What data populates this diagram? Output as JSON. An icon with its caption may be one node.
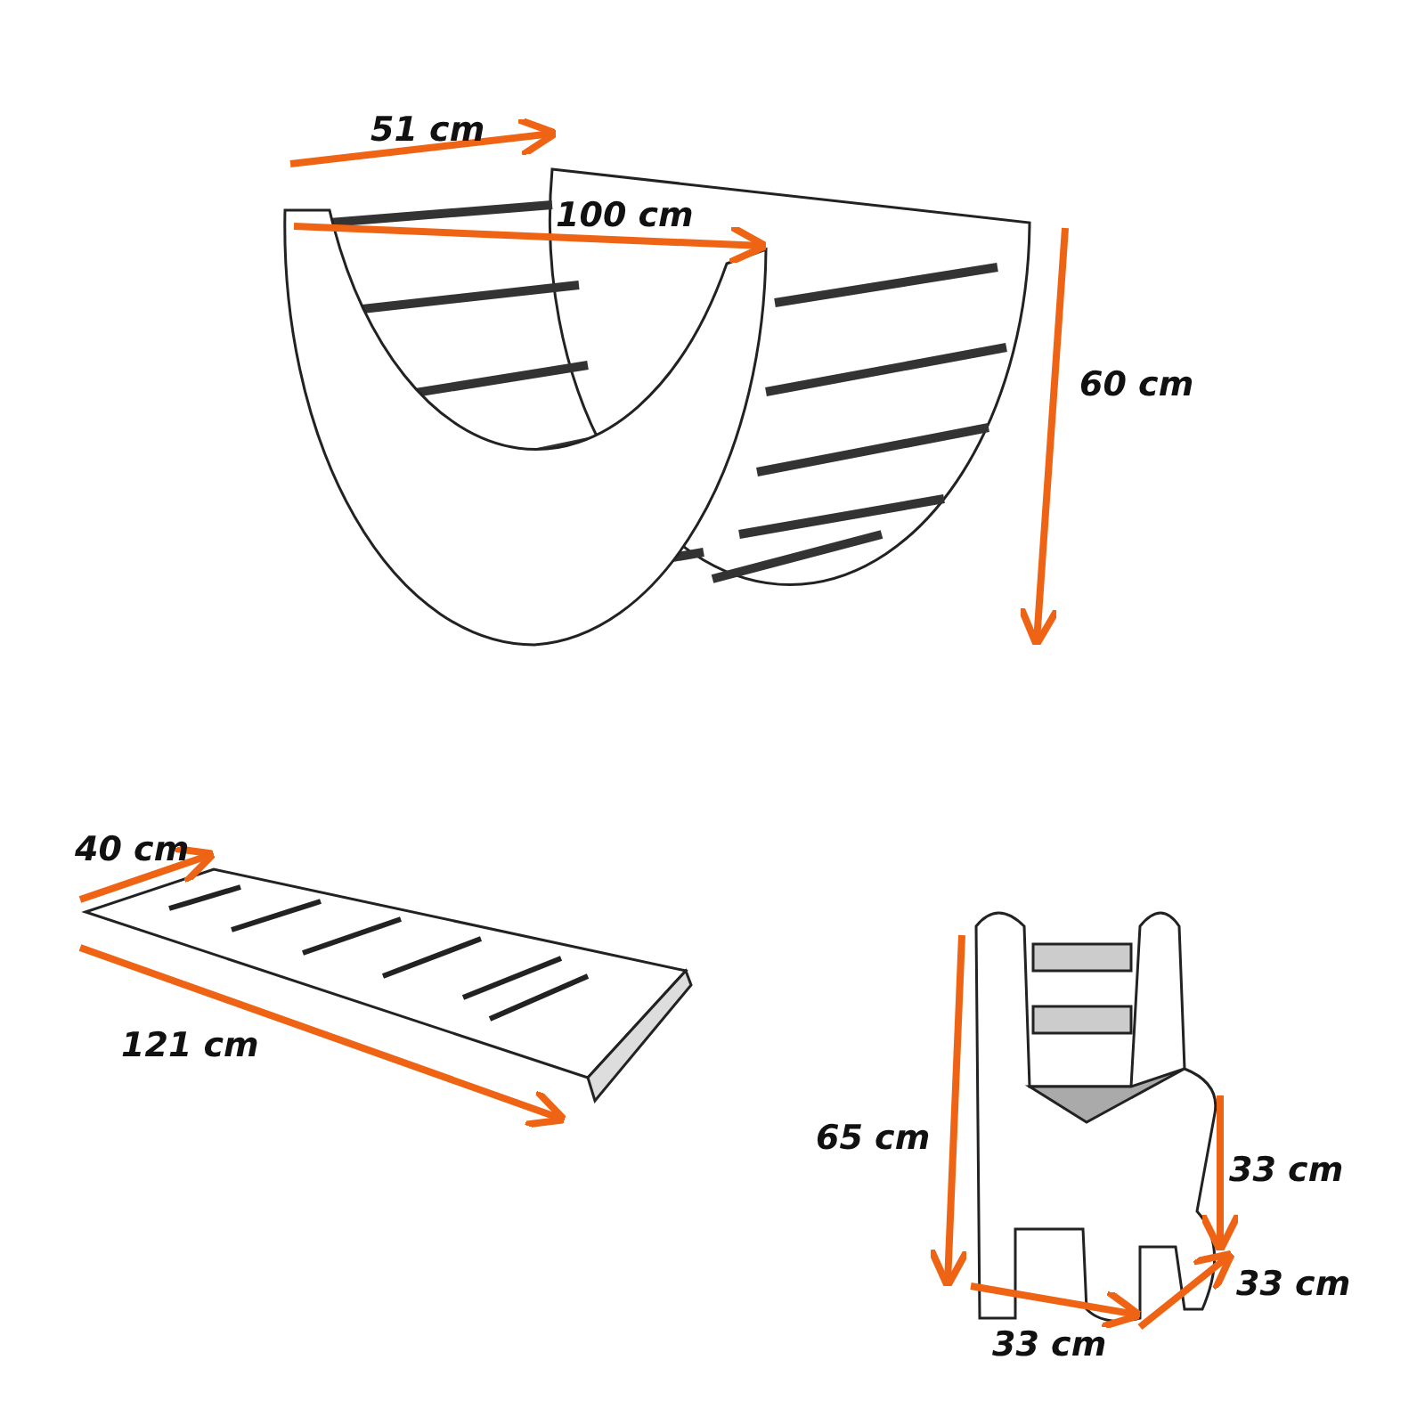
{
  "diagram": {
    "labels": [
      "51 cm",
      "100 cm",
      "60 cm",
      "40 cm",
      "121 cm",
      "65 cm",
      "33 cm",
      "33 cm",
      "33 cm"
    ]
  }
}
